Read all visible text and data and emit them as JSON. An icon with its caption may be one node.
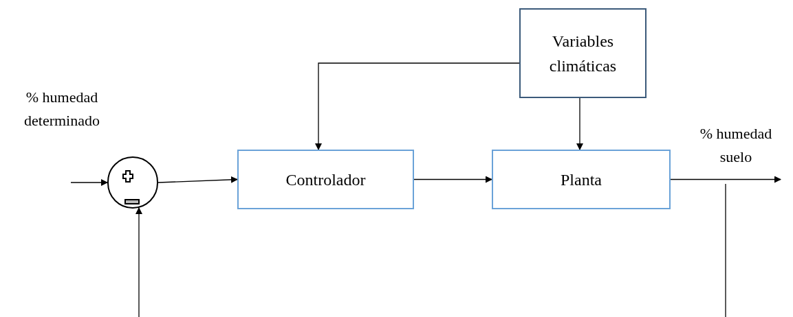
{
  "diagram": {
    "nodes": [
      {
        "text": [
          "Variables climáticas"
        ]
      },
      {
        "text": [],
        "shape": "circle"
      },
      {
        "text": [
          "Controlador"
        ]
      },
      {
        "text": [
          "Planta"
        ]
      }
    ],
    "edges": [
      {
        "from": null,
        "to": 1,
        "arrow": "to",
        "label": "% humedad determinado"
      },
      {
        "from": 1,
        "to": 2,
        "arrow": "to"
      },
      {
        "from": 2,
        "to": 3,
        "arrow": "to"
      },
      {
        "from": 0,
        "to": 2,
        "arrow": "to"
      },
      {
        "from": 0,
        "to": 3,
        "arrow": "to"
      },
      {
        "from": 3,
        "to": null,
        "arrow": "to",
        "label": "% humedad suelo"
      },
      {
        "from": null,
        "to": 1,
        "arrow": "to"
      }
    ]
  }
}
